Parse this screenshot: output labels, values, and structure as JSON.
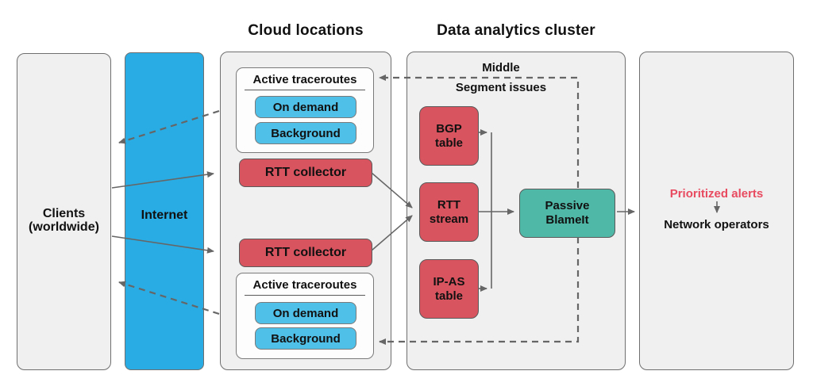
{
  "colors": {
    "canvas": "#ffffff",
    "panel_bg": "#f0f0f0",
    "panel_border": "#6f6f6f",
    "internet_blue": "#29ace3",
    "pill_blue": "#4fc0e8",
    "box_red": "#d8545f",
    "box_teal": "#4fb8a7",
    "group_bg": "#fdfdfd",
    "inner_border": "#7a7a7a",
    "node_border": "#5a5a5a",
    "line": "#666666",
    "alert_red": "#e84a5f",
    "text": "#111111"
  },
  "headers": {
    "cloud_locations": "Cloud locations",
    "data_analytics": "Data analytics cluster"
  },
  "clients_panel": {
    "line1": "Clients",
    "line2": "(worldwide)"
  },
  "internet_panel": {
    "label": "Internet"
  },
  "cloud_panel": {
    "top_traceroutes": {
      "title": "Active traceroutes",
      "on_demand": "On demand",
      "background": "Background"
    },
    "rtt_collector_top": "RTT collector",
    "rtt_collector_bottom": "RTT collector",
    "bottom_traceroutes": {
      "title": "Active traceroutes",
      "on_demand": "On demand",
      "background": "Background"
    }
  },
  "analytics_panel": {
    "bgp_table": {
      "line1": "BGP",
      "line2": "table"
    },
    "rtt_stream": {
      "line1": "RTT",
      "line2": "stream"
    },
    "ip_as_table": {
      "line1": "IP-AS",
      "line2": "table"
    },
    "passive_blameit": {
      "line1": "Passive",
      "line2": "BlameIt"
    },
    "annotation": {
      "line1": "Middle",
      "line2": "Segment issues"
    }
  },
  "operators_panel": {
    "prioritized_alerts": "Prioritized alerts",
    "network_operators": "Network operators"
  }
}
